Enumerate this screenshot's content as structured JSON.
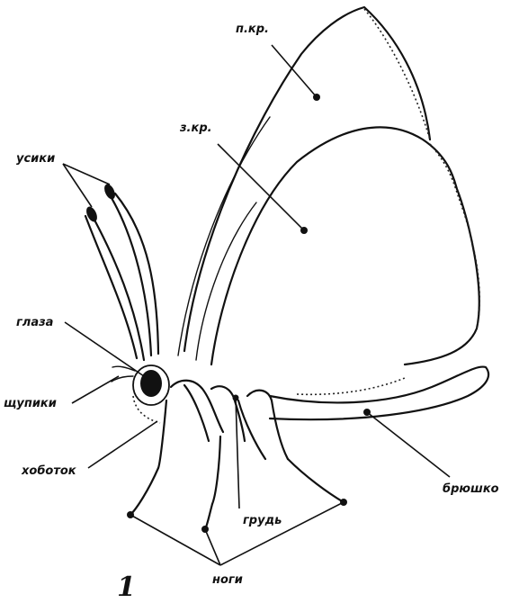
{
  "labels": {
    "forewing": "п.кр.",
    "hindwing": "з.кр.",
    "antennae": "усики",
    "eyes": "глаза",
    "palps": "щупики",
    "proboscis": "хоботок",
    "thorax": "грудь",
    "abdomen": "брюшко",
    "legs": "ноги"
  },
  "figure_number": "1"
}
